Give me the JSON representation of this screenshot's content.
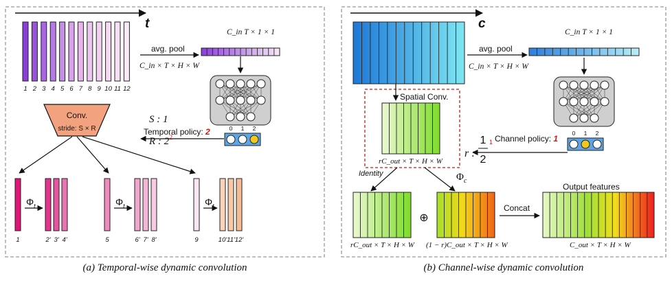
{
  "left": {
    "axis_label": "t",
    "frame_labels": [
      "1",
      "2",
      "3",
      "4",
      "5",
      "6",
      "7",
      "8",
      "9",
      "10",
      "11",
      "12"
    ],
    "pool_label": "avg. pool",
    "pool_out_dims": "C_in T × 1 × 1",
    "pool_in_dims": "C_in × T × H × W",
    "conv_title": "Conv.",
    "conv_stride": "stride: S × R",
    "s_text": "S : 1",
    "r_text": "R : 2",
    "r_exp": "2",
    "policy_label": "Temporal policy:",
    "policy_value": "2",
    "policy_opts": [
      "0",
      "1",
      "2"
    ],
    "phi": "Φ",
    "phi_sub": "t",
    "out_labels": [
      "1",
      "2'",
      "3'",
      "4'",
      "5",
      "6'",
      "7'",
      "8'",
      "9",
      "10'",
      "11'",
      "12'"
    ],
    "caption_tag": "(a)",
    "caption_text": "Temporal-wise dynamic convolution"
  },
  "right": {
    "axis_label": "c",
    "pool_label": "avg. pool",
    "pool_out_dims": "C_in T × 1 × 1",
    "pool_in_dims": "C_in × T × H × W",
    "spatial_label": "Spatial Conv.",
    "spatial_dims": "rC_out × T × H × W",
    "policy_label": "Channel policy:",
    "policy_value": "1",
    "policy_opts": [
      "0",
      "1",
      "2"
    ],
    "r_prefix": "r :",
    "r_num": "1",
    "r_den": "2",
    "r_exp": "1",
    "identity_label": "Identity",
    "phi": "Φ",
    "phi_sub": "c",
    "oplus": "⊕",
    "concat_label": "Concat",
    "output_label": "Output features",
    "dims_a": "rC_out × T × H × W",
    "dims_b": "(1 − r)C_out × T × H × W",
    "dims_c": "C_out × T × H × W",
    "caption_tag": "(b)",
    "caption_text": "Channel-wise dynamic convolution"
  },
  "colors": {
    "frames": [
      "#8a3fd8",
      "#9a52dc",
      "#a866e0",
      "#b67ae4",
      "#c78ee8",
      "#d9a2ea",
      "#e8b4ec",
      "#eec4f0",
      "#f2d0f1",
      "#f5d9f3",
      "#f8e1f6",
      "#fbeaf9"
    ],
    "red": "#d01818",
    "conv": "#f2a27e",
    "policy_box": "#60a5e3",
    "yellow": "#f2c81a"
  }
}
